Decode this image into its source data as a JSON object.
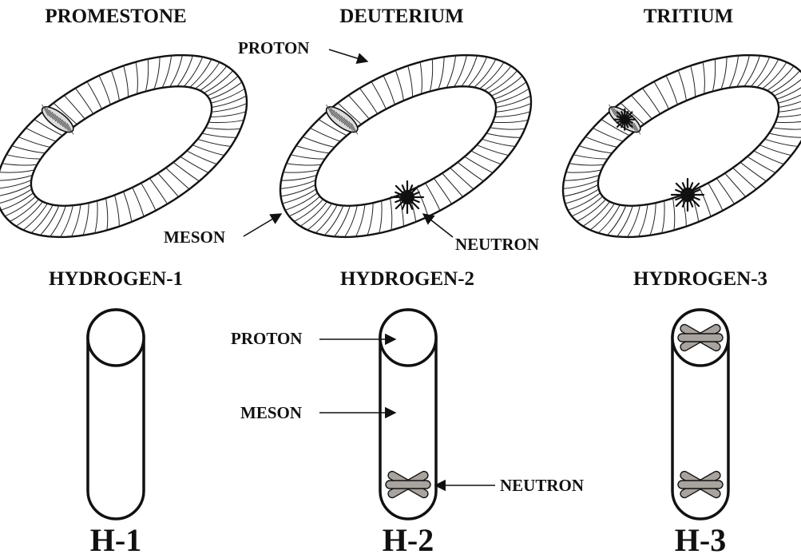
{
  "top_titles": {
    "promestone": "PROMESTONE",
    "deuterium": "DEUTERIUM",
    "tritium": "TRITIUM"
  },
  "top_labels": {
    "proton": "PROTON",
    "meson": "MESON",
    "neutron": "NEUTRON"
  },
  "hydrogen_titles": {
    "h1": "HYDROGEN-1",
    "h2": "HYDROGEN-2",
    "h3": "HYDROGEN-3"
  },
  "bottom_labels": {
    "proton": "PROTON",
    "meson": "MESON",
    "neutron": "NEUTRON"
  },
  "bottom_titles": {
    "h1": "H-1",
    "h2": "H-2",
    "h3": "H-3"
  },
  "colors": {
    "line": "#111111",
    "neutron_fill": "#a8a39e",
    "proton_band": "#dcdcdc"
  }
}
